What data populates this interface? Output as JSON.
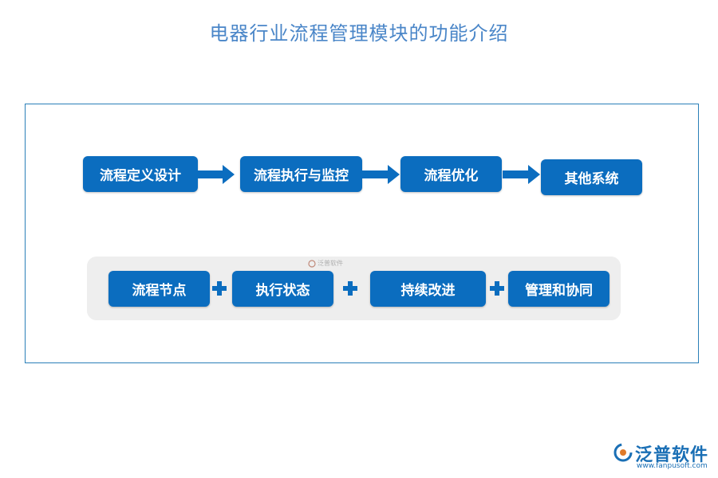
{
  "title": "电器行业流程管理模块的功能介绍",
  "flow": {
    "steps": [
      "流程定义设计",
      "流程执行与监控",
      "流程优化",
      "其他系统"
    ]
  },
  "components": {
    "items": [
      "流程节点",
      "执行状态",
      "持续改进",
      "管理和协同"
    ]
  },
  "watermark": "泛普软件",
  "logo": {
    "name": "泛普软件",
    "url": "www.fanpusoft.com"
  },
  "colors": {
    "box": "#0b6dbf",
    "title": "#4a86c8",
    "frame": "#2a7fb8",
    "panel": "#eeeeee"
  }
}
